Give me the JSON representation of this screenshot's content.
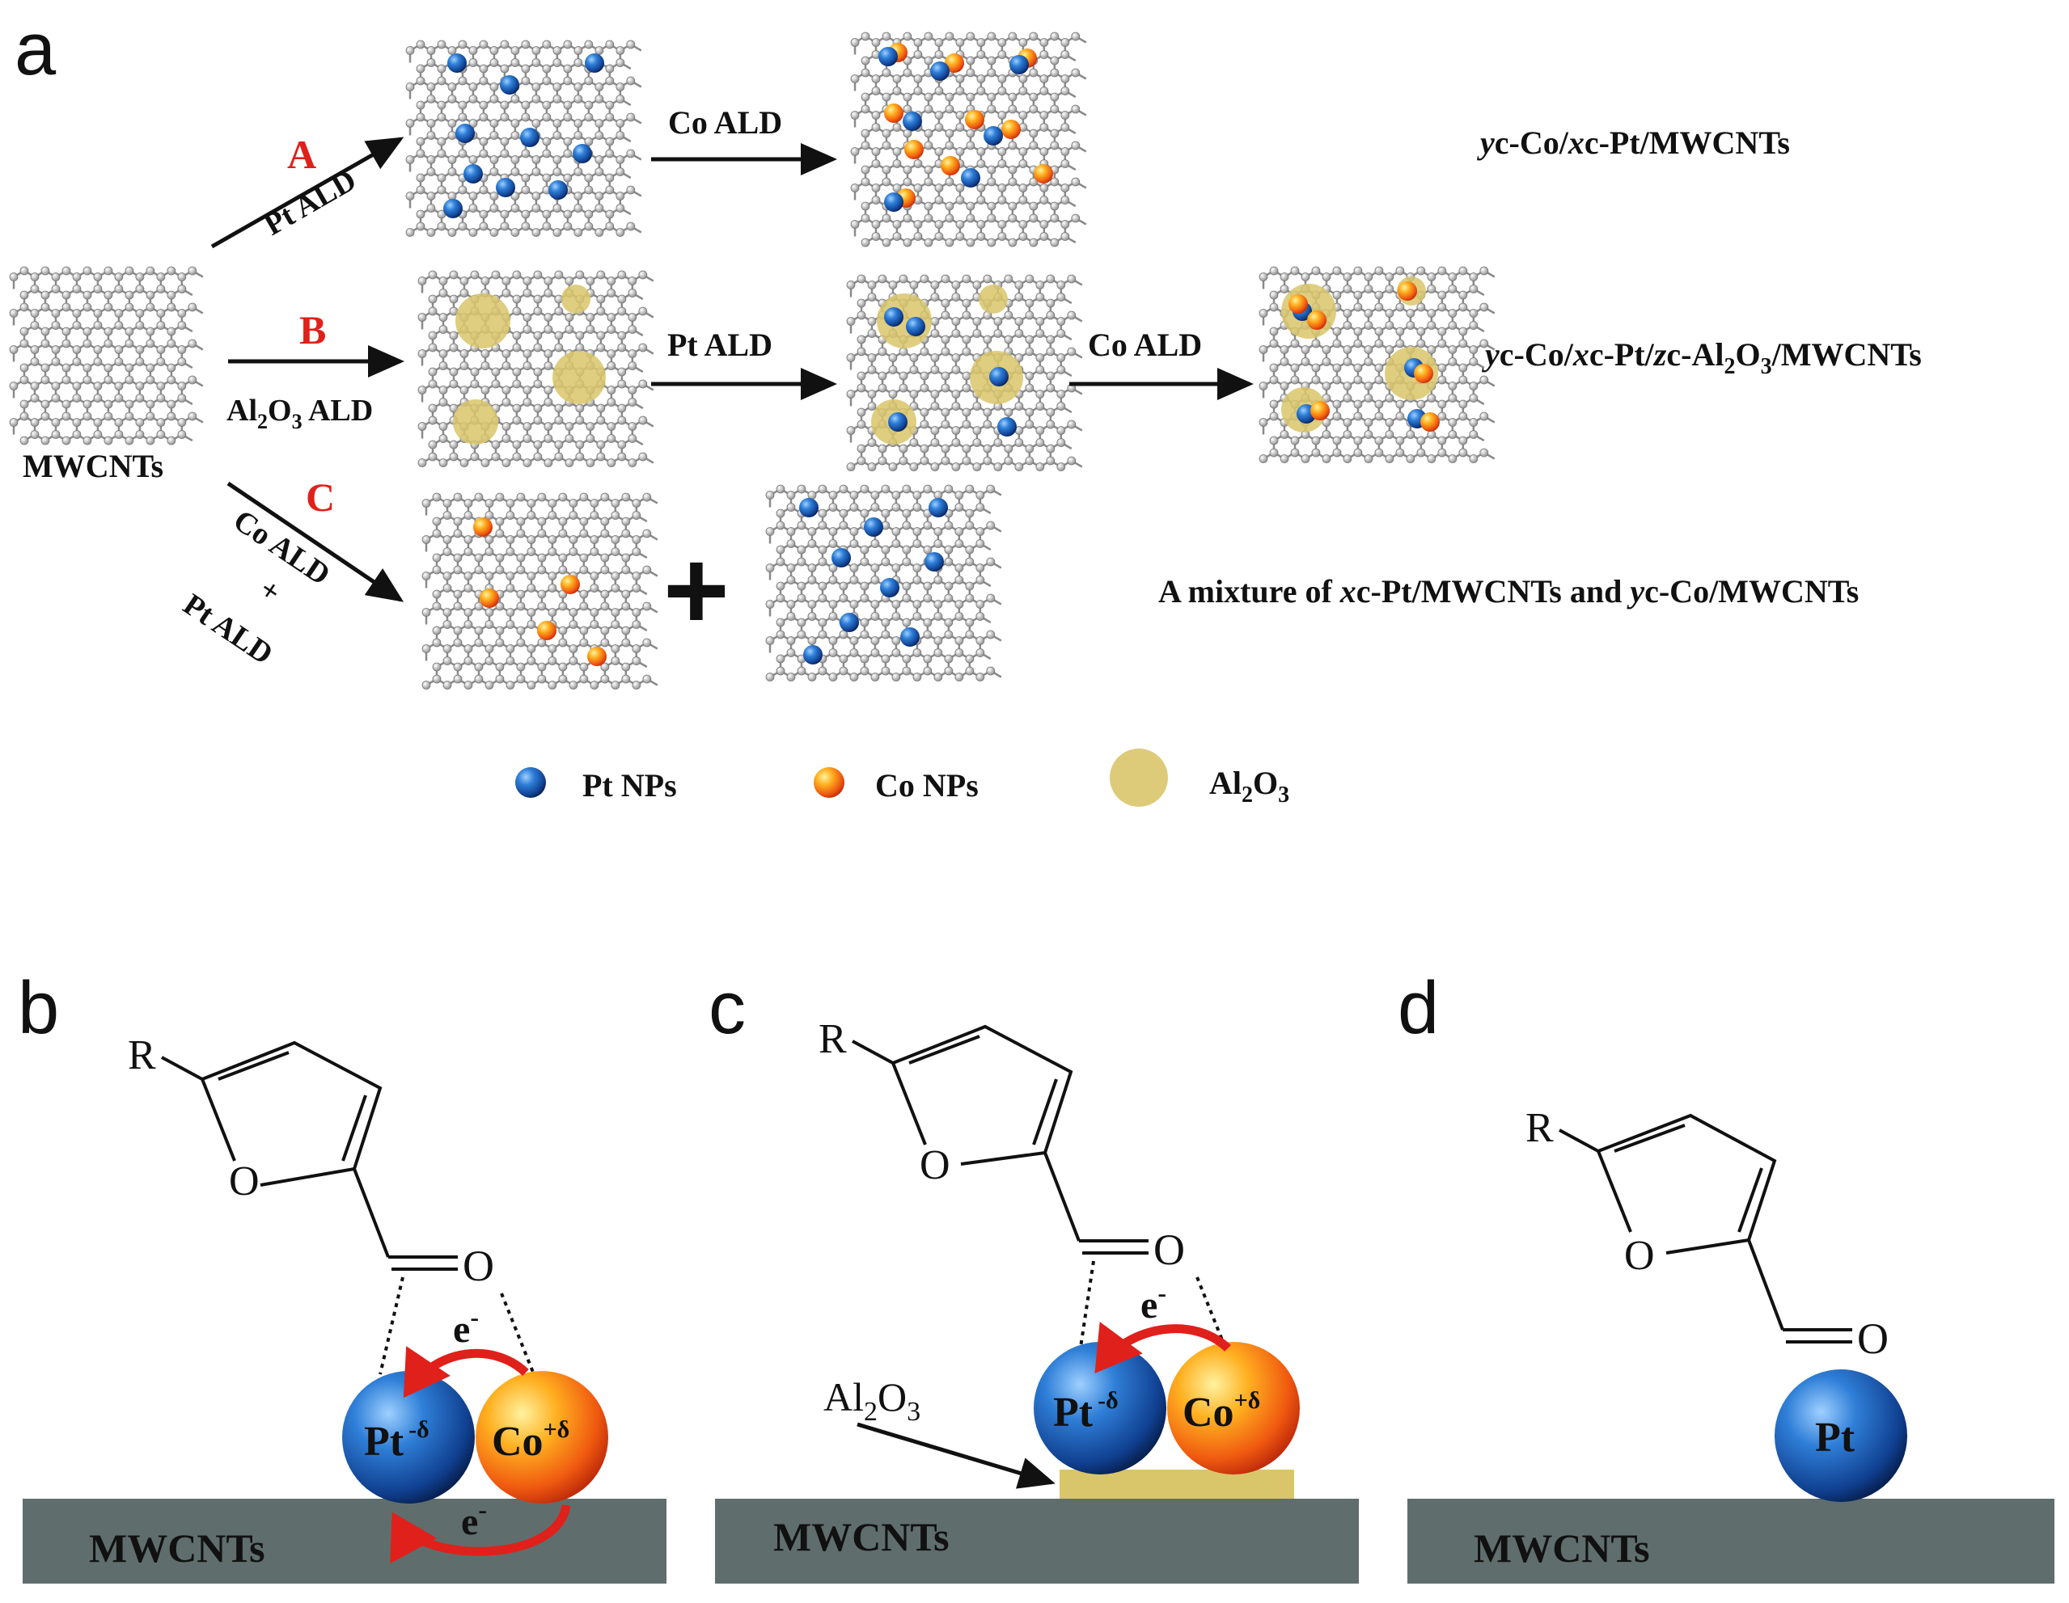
{
  "panels": {
    "a": "a",
    "b": "b",
    "c": "c",
    "d": "d"
  },
  "panel_a": {
    "start_label": "MWCNTs",
    "routes": {
      "A": {
        "letter": "A",
        "step1": "Pt ALD",
        "step2": "Co ALD"
      },
      "B": {
        "letter": "B",
        "step1": "Al",
        "step1_sub": "2",
        "step1_mid": "O",
        "step1_sub2": "3",
        "step1_end": " ALD",
        "step2": "Pt ALD",
        "step3": "Co ALD"
      },
      "C": {
        "letter": "C",
        "step1": "Co ALD",
        "plus": "+",
        "step2": "Pt ALD"
      }
    },
    "products": {
      "A": {
        "y": "y",
        "c1": "c-Co/",
        "x": "x",
        "c2": "c-Pt/MWCNTs"
      },
      "B": {
        "y": "y",
        "c1": "c-Co/",
        "x": "x",
        "c2": "c-Pt/",
        "z": "z",
        "c3": "c-Al",
        "sub1": "2",
        "mid": "O",
        "sub2": "3",
        "c4": "/MWCNTs"
      },
      "C": {
        "pre": "A mixture of ",
        "x": "x",
        "c1": "c-Pt/MWCNTs and ",
        "y": "y",
        "c2": "c-Co/MWCNTs"
      }
    },
    "big_plus": "+",
    "legend": {
      "pt": "Pt NPs",
      "co": "Co NPs",
      "al": "Al",
      "al_sub1": "2",
      "al_mid": "O",
      "al_sub2": "3"
    }
  },
  "panel_b": {
    "substituent": "R",
    "ring_oxygen": "O",
    "carbonyl_oxygen": "O",
    "electron_top": "e",
    "electron_top_sup": "-",
    "electron_bottom": "e",
    "electron_bottom_sup": "-",
    "pt_label": "Pt",
    "pt_charge": "-δ",
    "co_label": "Co",
    "co_charge": "+δ",
    "support": "MWCNTs"
  },
  "panel_c": {
    "substituent": "R",
    "ring_oxygen": "O",
    "carbonyl_oxygen": "O",
    "electron": "e",
    "electron_sup": "-",
    "pt_label": "Pt",
    "pt_charge": "-δ",
    "co_label": "Co",
    "co_charge": "+δ",
    "al": "Al",
    "al_sub1": "2",
    "al_mid": "O",
    "al_sub2": "3",
    "support": "MWCNTs"
  },
  "panel_d": {
    "substituent": "R",
    "ring_oxygen": "O",
    "carbonyl_oxygen": "O",
    "pt_label": "Pt",
    "support": "MWCNTs"
  },
  "colors": {
    "pt": "#1e5fb8",
    "co": "#f07a10",
    "al2o3": "#d9c56a",
    "support": "#5f6e6c",
    "arrow_red": "#e0201b",
    "route_label": "#e0201b"
  }
}
